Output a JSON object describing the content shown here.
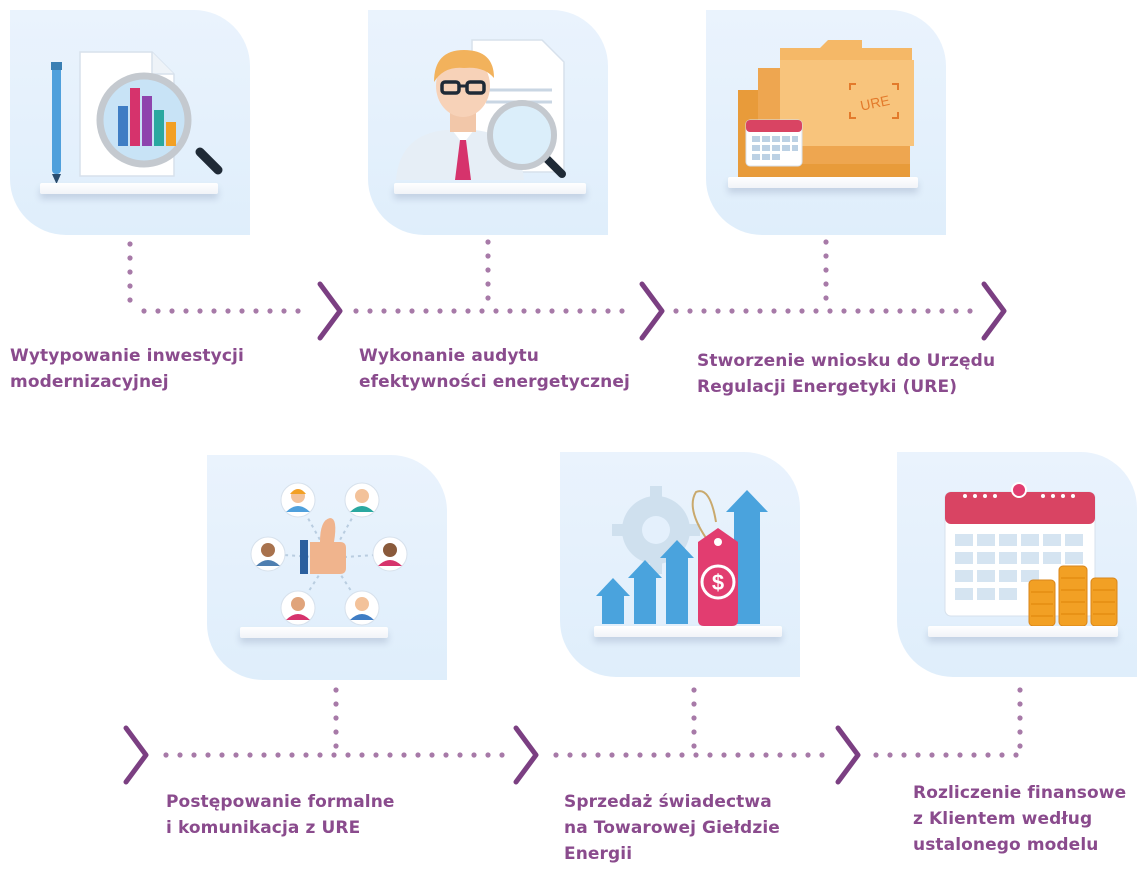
{
  "steps": [
    {
      "lines": [
        "Wytypowanie inwestycji",
        "modernizacyjnej"
      ],
      "icon": "report-magnifier-icon"
    },
    {
      "lines": [
        "Wykonanie audytu",
        "efektywności energetycznej"
      ],
      "icon": "auditor-icon"
    },
    {
      "lines": [
        "Stworzenie wniosku do Urzędu",
        "Regulacji Energetyki (URE)"
      ],
      "icon": "folders-icon",
      "folder_stamp": "URE"
    },
    {
      "lines": [
        "Postępowanie formalne",
        "i komunikacja z URE"
      ],
      "icon": "communication-network-icon"
    },
    {
      "lines": [
        "Sprzedaż świadectwa",
        "na Towarowej Giełdzie",
        "Energii"
      ],
      "icon": "price-tag-growth-icon",
      "tag_symbol": "$"
    },
    {
      "lines": [
        "Rozliczenie finansowe",
        "z Klientem według",
        "ustalonego modelu"
      ],
      "icon": "calendar-coins-icon"
    }
  ],
  "colors": {
    "label": "#8a4b8d",
    "dots": "#a77aa8",
    "chevron": "#7b3f82",
    "card": "#e4f0fc"
  }
}
